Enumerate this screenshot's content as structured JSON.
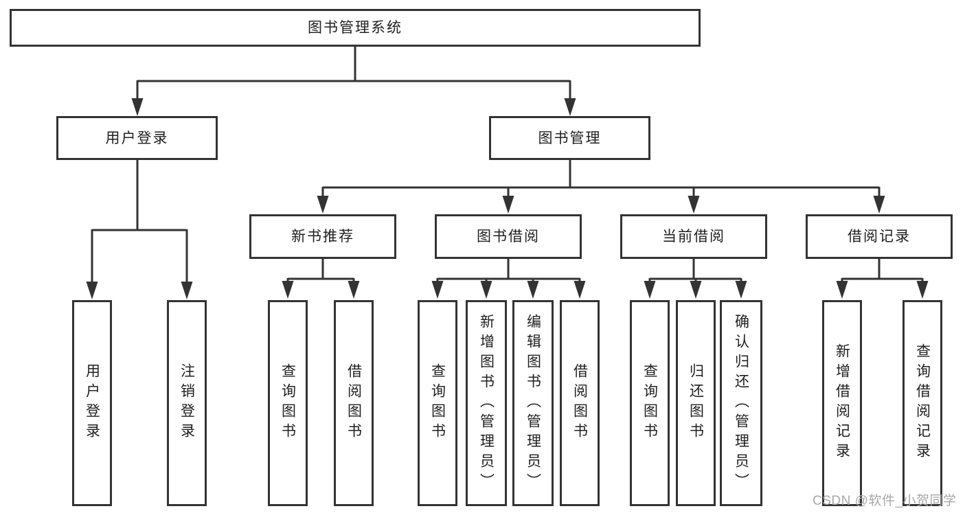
{
  "diagram_title": "图书管理系统",
  "tree": {
    "root": {
      "label": "图书管理系统"
    },
    "user_login": {
      "label": "用户登录",
      "children": [
        {
          "label": "用户登录"
        },
        {
          "label": "注销登录"
        }
      ]
    },
    "book_mgmt": {
      "label": "图书管理",
      "sections": [
        {
          "label": "新书推荐",
          "children": [
            {
              "label": "查询图书"
            },
            {
              "label": "借阅图书"
            }
          ]
        },
        {
          "label": "图书借阅",
          "children": [
            {
              "label": "查询图书"
            },
            {
              "label": "新增图书（管理员）"
            },
            {
              "label": "编辑图书（管理员）"
            },
            {
              "label": "借阅图书"
            }
          ]
        },
        {
          "label": "当前借阅",
          "children": [
            {
              "label": "查询图书"
            },
            {
              "label": "归还图书"
            },
            {
              "label": "确认归还（管理员）"
            }
          ]
        },
        {
          "label": "借阅记录",
          "children": [
            {
              "label": "新增借阅记录"
            },
            {
              "label": "查询借阅记录"
            }
          ]
        }
      ]
    }
  },
  "watermark": {
    "text": "CSDN @软件_小贺同学"
  },
  "colors": {
    "line": "#333333",
    "box_border": "#333333",
    "text": "#1f1f1f",
    "watermark": "#a8a8a8",
    "background": "#ffffff"
  }
}
